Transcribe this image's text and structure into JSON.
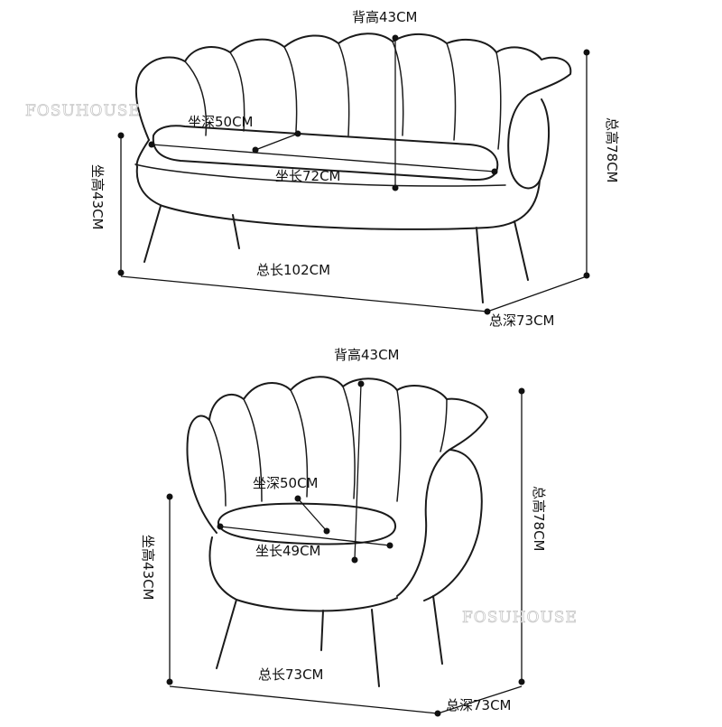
{
  "watermark": "FOSUHOUSE",
  "sofa": {
    "back_height": "背高43CM",
    "seat_depth": "坐深50CM",
    "seat_length": "坐长72CM",
    "seat_height": "坐高43CM",
    "total_height": "总高78CM",
    "total_length": "总长102CM",
    "total_depth": "总深73CM"
  },
  "chair": {
    "back_height": "背高43CM",
    "seat_depth": "坐深50CM",
    "seat_length": "坐长49CM",
    "seat_height": "坐高43CM",
    "total_height": "总高78CM",
    "total_length": "总长73CM",
    "total_depth": "总深73CM"
  }
}
